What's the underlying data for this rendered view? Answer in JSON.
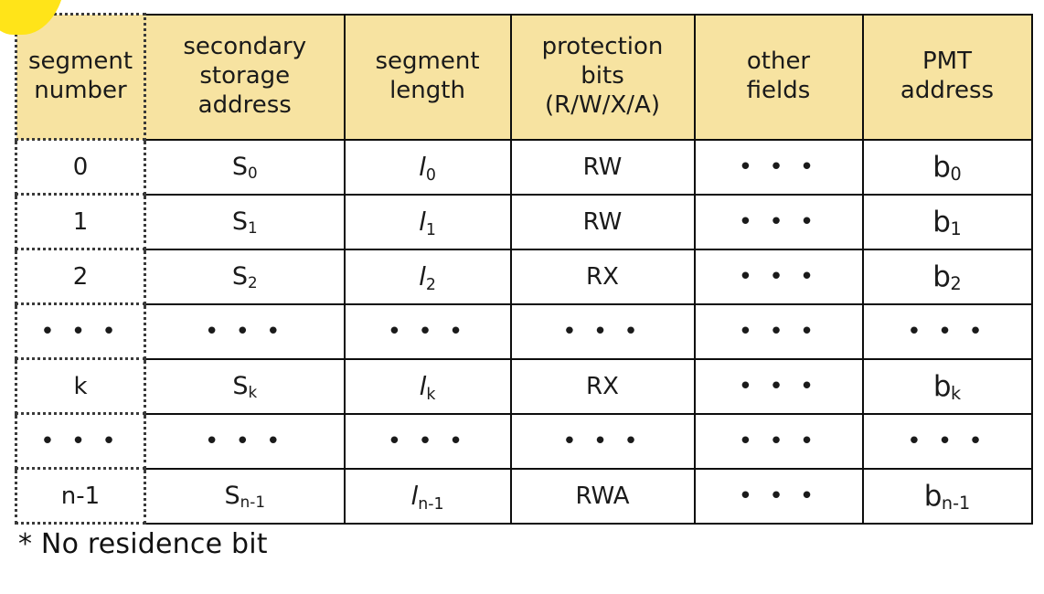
{
  "decor": {
    "blob_color": "#FFE419",
    "blob_name": "yellow-highlight-blob"
  },
  "table": {
    "header_fill": "#F7E3A1",
    "border_color": "#0d0d0d",
    "first_column_border_style": "dotted",
    "columns": [
      {
        "key": "segment_number",
        "label": "segment\nnumber"
      },
      {
        "key": "secondary_storage_address",
        "label": "secondary\nstorage\naddress"
      },
      {
        "key": "segment_length",
        "label": "segment\nlength"
      },
      {
        "key": "protection_bits",
        "label": "protection\nbits\n(R/W/X/A)"
      },
      {
        "key": "other_fields",
        "label": "other\nfields"
      },
      {
        "key": "pmt_address",
        "label": "PMT\naddress"
      }
    ],
    "header_labels": {
      "c0_line1": "segment",
      "c0_line2": "number",
      "c1_line1": "secondary",
      "c1_line2": "storage",
      "c1_line3": "address",
      "c2_line1": "segment",
      "c2_line2": "length",
      "c3_line1": "protection",
      "c3_line2": "bits",
      "c3_line3": "(R/W/X/A)",
      "c4_line1": "other",
      "c4_line2": "fields",
      "c5_line1": "PMT",
      "c5_line2": "address"
    },
    "ellipsis": "• • •",
    "rows": [
      {
        "segment_number": "0",
        "s_base": "S",
        "s_sub": "0",
        "l_base": "l",
        "l_sub": "0",
        "protection_bits": "RW",
        "other_fields": "• • •",
        "b_base": "b",
        "b_sub": "0",
        "is_ellipsis_row": false
      },
      {
        "segment_number": "1",
        "s_base": "S",
        "s_sub": "1",
        "l_base": "l",
        "l_sub": "1",
        "protection_bits": "RW",
        "other_fields": "• • •",
        "b_base": "b",
        "b_sub": "1",
        "is_ellipsis_row": false
      },
      {
        "segment_number": "2",
        "s_base": "S",
        "s_sub": "2",
        "l_base": "l",
        "l_sub": "2",
        "protection_bits": "RX",
        "other_fields": "• • •",
        "b_base": "b",
        "b_sub": "2",
        "is_ellipsis_row": false
      },
      {
        "segment_number": "• • •",
        "s_base": "• • •",
        "s_sub": "",
        "l_base": "• • •",
        "l_sub": "",
        "protection_bits": "• • •",
        "other_fields": "• • •",
        "b_base": "• • •",
        "b_sub": "",
        "is_ellipsis_row": true
      },
      {
        "segment_number": "k",
        "s_base": "S",
        "s_sub": "k",
        "l_base": "l",
        "l_sub": "k",
        "protection_bits": "RX",
        "other_fields": "• • •",
        "b_base": "b",
        "b_sub": "k",
        "is_ellipsis_row": false
      },
      {
        "segment_number": "• • •",
        "s_base": "• • •",
        "s_sub": "",
        "l_base": "• • •",
        "l_sub": "",
        "protection_bits": "• • •",
        "other_fields": "• • •",
        "b_base": "• • •",
        "b_sub": "",
        "is_ellipsis_row": true
      },
      {
        "segment_number": "n-1",
        "s_base": "S",
        "s_sub": "n-1",
        "l_base": "l",
        "l_sub": "n-1",
        "protection_bits": "RWA",
        "other_fields": "• • •",
        "b_base": "b",
        "b_sub": "n-1",
        "is_ellipsis_row": false
      }
    ]
  },
  "footnote": {
    "text": "* No residence bit"
  }
}
